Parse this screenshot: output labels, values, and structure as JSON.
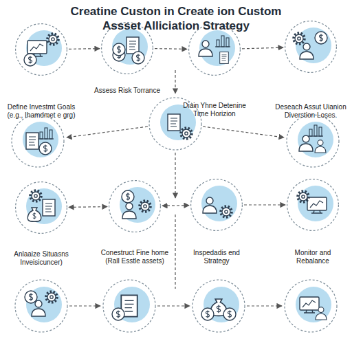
{
  "diagram": {
    "title": "Creatine Custon in Create ion Custom Assset Alliciation Strategy",
    "nodes": [
      {
        "text": [
          "Define Investmt Goals (e.g., Ihamdmet e grg)"
        ]
      },
      {
        "text": [
          "Assess Risk Torrance"
        ]
      },
      {
        "text": [
          "Diain Yhne Detenine Time Horizion"
        ]
      },
      {
        "text": [
          "Deseach Assut Uianion Diverstion Loses."
        ]
      },
      {
        "text": [
          "Anlaaize Situasns Inveisicuncer)"
        ]
      },
      {
        "text": [
          "Conestruct Fine home (Rall Esstle assets)"
        ]
      },
      {
        "text": [
          "Inspedadis end Strategy"
        ]
      },
      {
        "text": [
          "Monitor and Rebalance"
        ]
      }
    ],
    "edges": [
      {
        "from": 0,
        "to": 1,
        "arrow": "to"
      },
      {
        "from": 1,
        "to": 2,
        "arrow": "to"
      },
      {
        "from": 2,
        "to": 3,
        "arrow": "to"
      },
      {
        "from": 4,
        "to": 5,
        "arrow": "both"
      },
      {
        "from": 5,
        "to": 6,
        "arrow": "both"
      },
      {
        "from": 6,
        "to": 7,
        "arrow": "to"
      }
    ]
  }
}
